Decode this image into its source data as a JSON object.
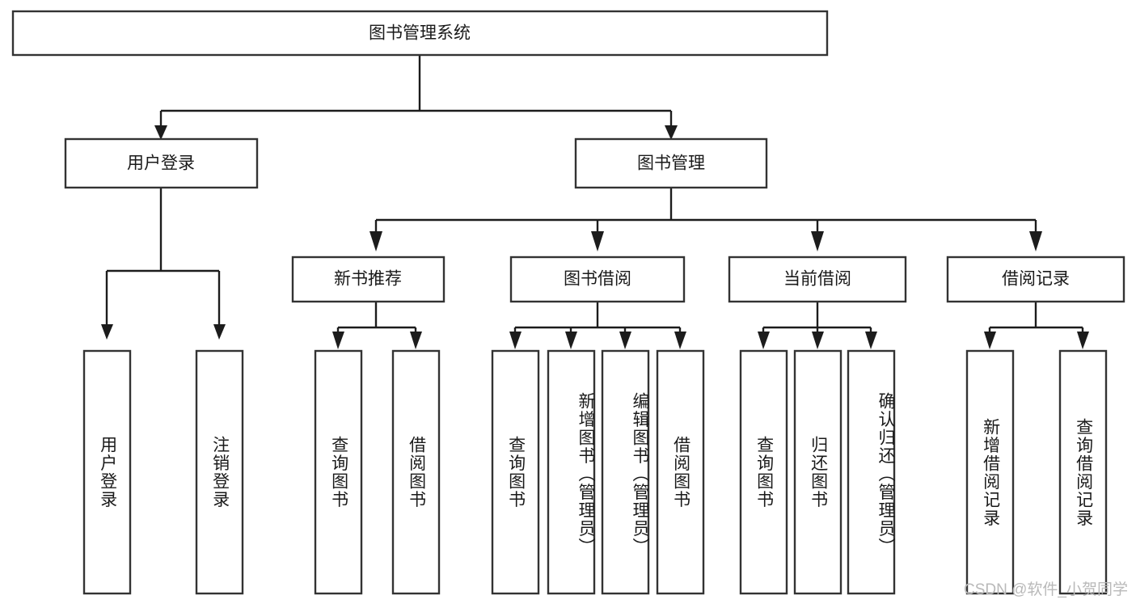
{
  "diagram": {
    "title": "图书管理系统",
    "watermark": "CSDN @软件_小贺同学",
    "root": {
      "label": "图书管理系统"
    },
    "level1": [
      {
        "label": "用户登录"
      },
      {
        "label": "图书管理"
      }
    ],
    "level2": [
      {
        "label": "新书推荐"
      },
      {
        "label": "图书借阅"
      },
      {
        "label": "当前借阅"
      },
      {
        "label": "借阅记录"
      }
    ],
    "leaves": {
      "user_login": [
        {
          "label": "用户登录"
        },
        {
          "label": "注销登录"
        }
      ],
      "new_book_recommend": [
        {
          "label": "查询图书"
        },
        {
          "label": "借阅图书"
        }
      ],
      "book_borrow": [
        {
          "label": "查询图书"
        },
        {
          "label": "新增图书（管理员）"
        },
        {
          "label": "编辑图书（管理员）"
        },
        {
          "label": "借阅图书"
        }
      ],
      "current_borrow": [
        {
          "label": "查询图书"
        },
        {
          "label": "归还图书"
        },
        {
          "label": "确认归还（管理员）"
        }
      ],
      "borrow_record": [
        {
          "label": "新增借阅记录"
        },
        {
          "label": "查询借阅记录"
        }
      ]
    }
  },
  "colors": {
    "box_stroke": "#333333",
    "connector": "#1c1c1c",
    "text": "#1a1a1a",
    "background": "#ffffff",
    "watermark": "#b9b9b9"
  }
}
